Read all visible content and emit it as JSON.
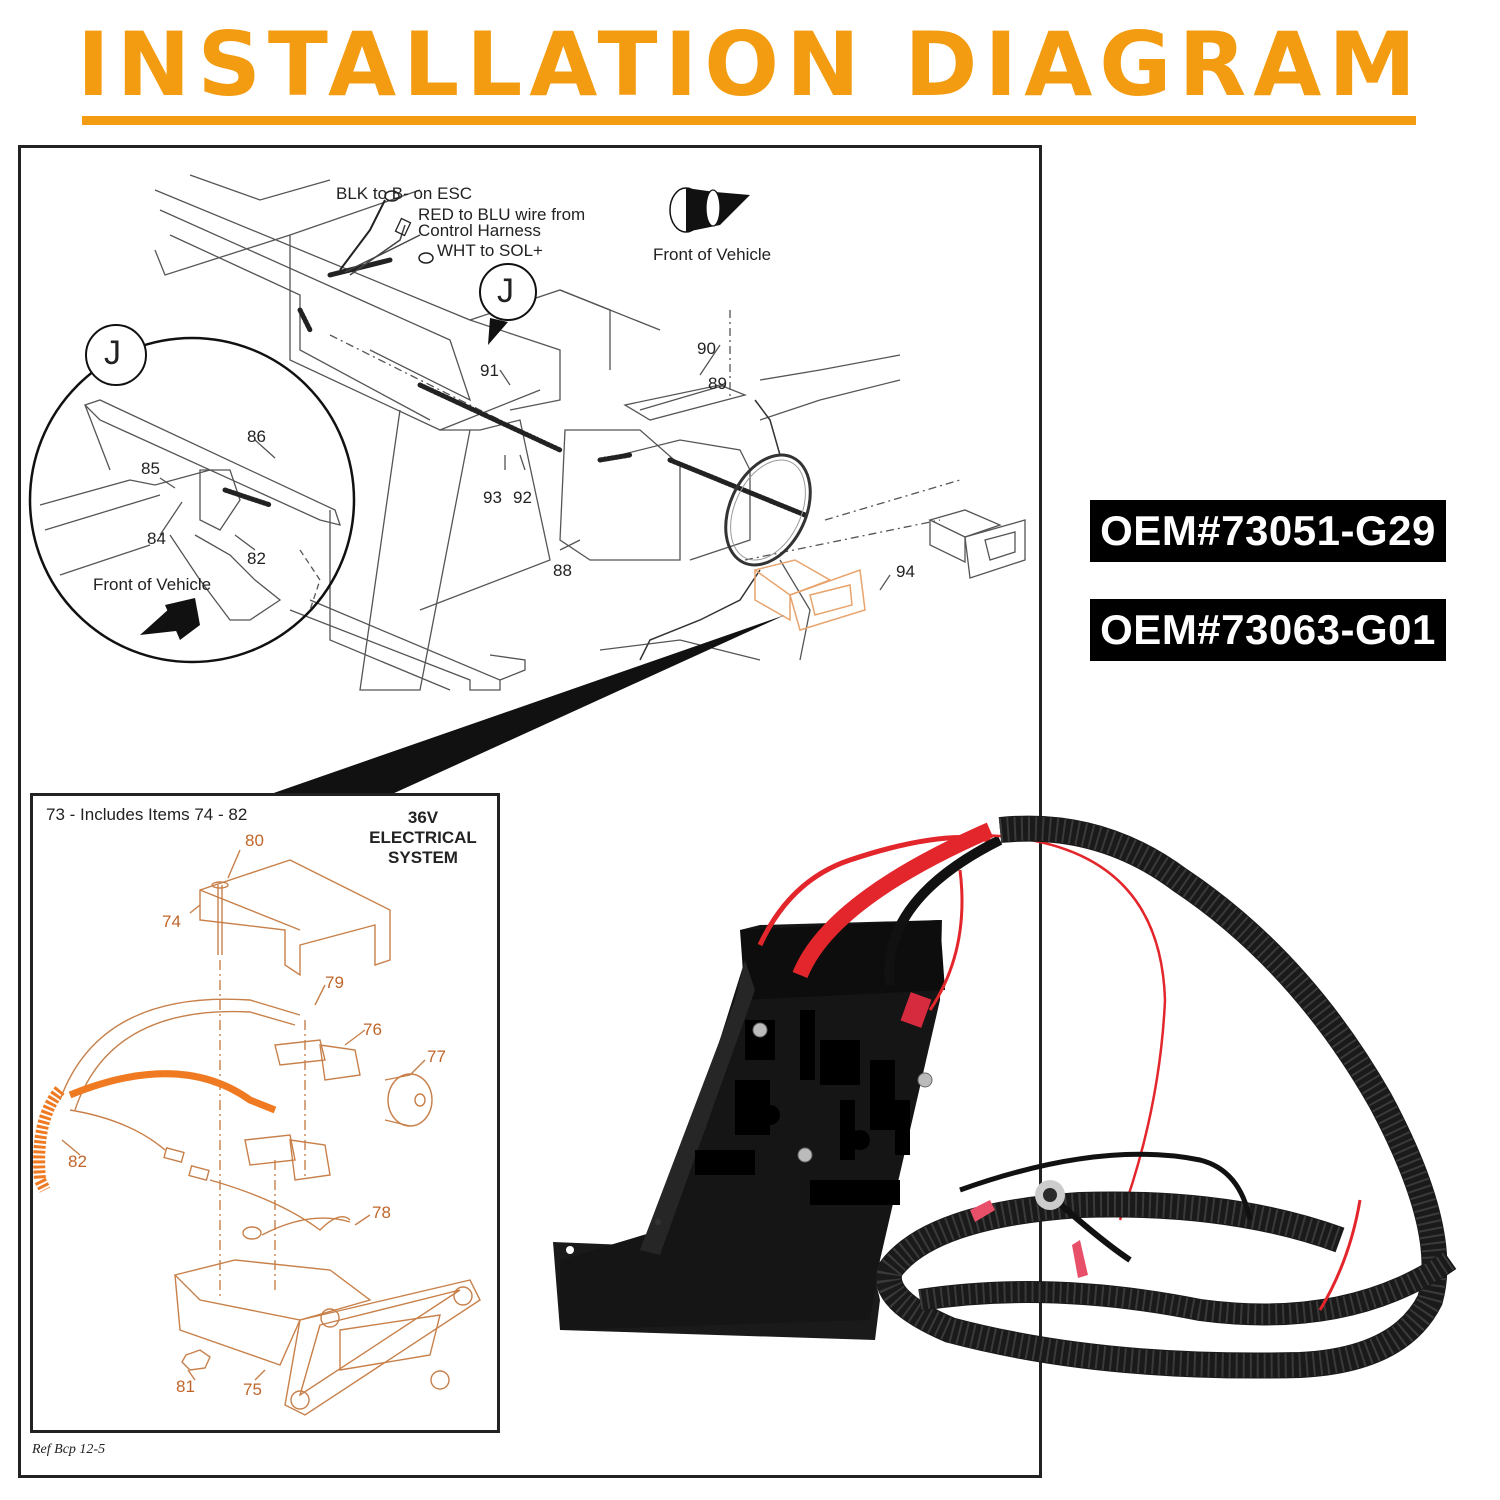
{
  "title": "INSTALLATION DIAGRAM",
  "colors": {
    "accent": "#f39c12",
    "label_bg": "#000000",
    "label_text": "#ffffff",
    "part_highlight": "#c0652a",
    "harness_red": "#e3262b"
  },
  "oem_labels": [
    {
      "text": "OEM#73051-G29"
    },
    {
      "text": "OEM#73063-G01"
    }
  ],
  "main_diagram": {
    "wire_notes": {
      "blk": "BLK to B- on ESC",
      "red_line1": "RED to BLU wire from",
      "red_line2": "Control Harness",
      "wht": "WHT to SOL+"
    },
    "front_of_vehicle": "Front of Vehicle",
    "detail_marker": "J",
    "part_numbers": [
      "91",
      "90",
      "89",
      "93",
      "92",
      "88",
      "94"
    ]
  },
  "detail_j": {
    "marker": "J",
    "front_of_vehicle": "Front of Vehicle",
    "part_numbers": [
      "86",
      "85",
      "84",
      "82"
    ]
  },
  "inset": {
    "caption": "73 - Includes Items 74 - 82",
    "system_line1": "36V",
    "system_line2": "ELECTRICAL",
    "system_line3": "SYSTEM",
    "part_numbers": [
      "80",
      "74",
      "79",
      "76",
      "77",
      "82",
      "78",
      "81",
      "75"
    ]
  },
  "reference": "Ref Bcp 12-5"
}
